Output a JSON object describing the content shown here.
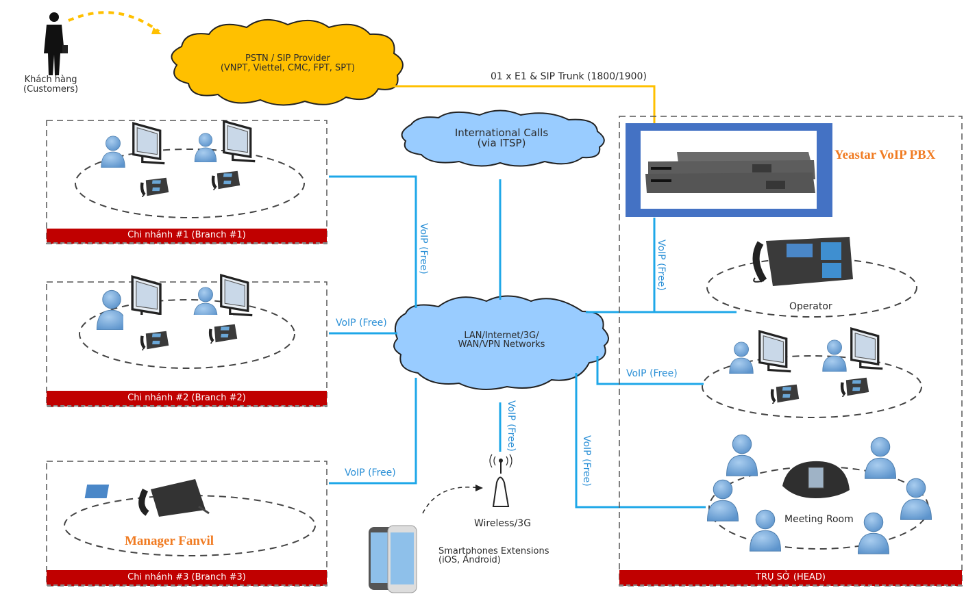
{
  "customer": {
    "label_line1": "Khách hàng",
    "label_line2": "(Customers)"
  },
  "pstn_cloud": {
    "line1": "PSTN / SIP Provider",
    "line2": "(VNPT, Viettel, CMC, FPT, SPT)",
    "fill": "#ffc000"
  },
  "trunk_label": "01 x E1 & SIP Trunk (1800/1900)",
  "intl_cloud": {
    "line1": "International Calls",
    "line2": "(via ITSP)",
    "fill": "#99ccff"
  },
  "network_cloud": {
    "line1": "LAN/Internet/3G/",
    "line2": "WAN/VPN Networks",
    "fill": "#99ccff"
  },
  "pbx": {
    "label": "Yeastar VoIP PBX",
    "frame_color": "#4472c4"
  },
  "link_label": "VoIP (Free)",
  "branches": [
    {
      "label": "Chi nhánh #1 (Branch #1)"
    },
    {
      "label": "Chi nhánh #2 (Branch #2)"
    },
    {
      "label": "Chi nhánh #3 (Branch #3)",
      "device_label": "Manager Fanvil"
    }
  ],
  "head": {
    "label": "TRỤ SỞ (HEAD)",
    "operator_label": "Operator",
    "meeting_label": "Meeting Room"
  },
  "wireless": {
    "label": "Wireless/3G"
  },
  "smartphones": {
    "line1": "Smartphones Extensions",
    "line2": "(iOS, Android)"
  },
  "colors": {
    "link": "#1ea7e8",
    "trunk": "#ffc000",
    "bar": "#c00000",
    "accent_text": "#f07b22"
  }
}
